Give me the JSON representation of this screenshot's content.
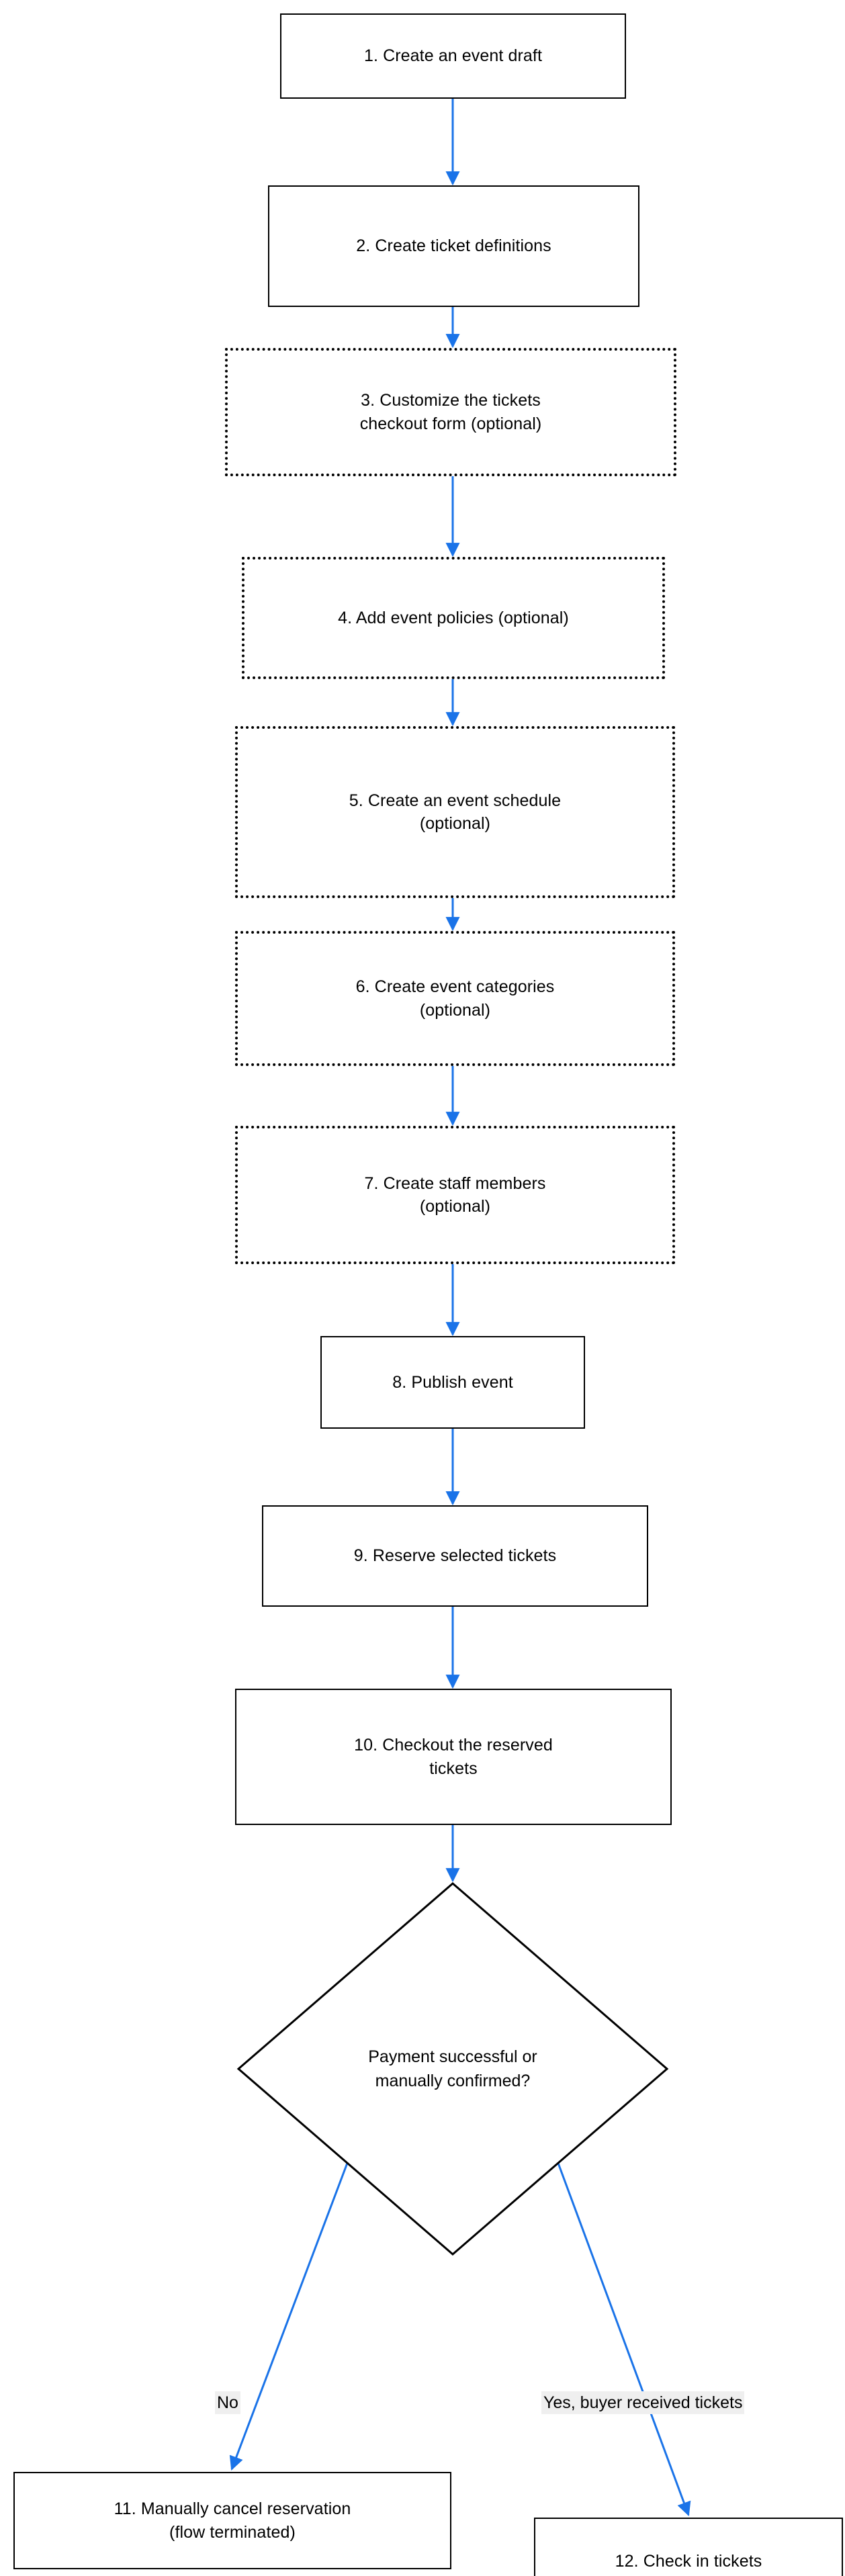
{
  "diagram": {
    "type": "flowchart",
    "orientation": "top-to-bottom",
    "background_color": "#ffffff",
    "node_border_color": "#000000",
    "edge_color": "#1a73e8",
    "edge_label_background": "#efefef",
    "text_color": "#000000"
  },
  "nodes": [
    {
      "id": "n1",
      "shape": "rectangle",
      "border_style": "solid",
      "label": "1. Create an event draft",
      "optional": false
    },
    {
      "id": "n2",
      "shape": "rectangle",
      "border_style": "solid",
      "label": "2. Create ticket definitions",
      "optional": false
    },
    {
      "id": "n3",
      "shape": "rectangle",
      "border_style": "dotted",
      "label": "3. Customize the tickets\ncheckout form (optional)",
      "optional": true
    },
    {
      "id": "n4",
      "shape": "rectangle",
      "border_style": "dotted",
      "label": "4. Add event policies (optional)",
      "optional": true
    },
    {
      "id": "n5",
      "shape": "rectangle",
      "border_style": "dotted",
      "label": "5. Create an event schedule\n(optional)",
      "optional": true
    },
    {
      "id": "n6",
      "shape": "rectangle",
      "border_style": "dotted",
      "label": "6. Create event categories\n(optional)",
      "optional": true
    },
    {
      "id": "n7",
      "shape": "rectangle",
      "border_style": "dotted",
      "label": "7. Create staff members\n(optional)",
      "optional": true
    },
    {
      "id": "n8",
      "shape": "rectangle",
      "border_style": "solid",
      "label": "8. Publish event",
      "optional": false
    },
    {
      "id": "n9",
      "shape": "rectangle",
      "border_style": "solid",
      "label": "9. Reserve selected tickets",
      "optional": false
    },
    {
      "id": "n10",
      "shape": "rectangle",
      "border_style": "solid",
      "label": "10. Checkout the reserved\ntickets",
      "optional": false
    },
    {
      "id": "decision",
      "shape": "diamond",
      "border_style": "solid",
      "label": "Payment successful or\nmanually confirmed?",
      "optional": false
    },
    {
      "id": "n11",
      "shape": "rectangle",
      "border_style": "solid",
      "label": "11. Manually cancel reservation\n(flow terminated)",
      "optional": false
    },
    {
      "id": "n12",
      "shape": "rectangle",
      "border_style": "solid",
      "label": "12. Check in tickets",
      "optional": false
    }
  ],
  "edges": [
    {
      "from": "n1",
      "to": "n2",
      "label": ""
    },
    {
      "from": "n2",
      "to": "n3",
      "label": ""
    },
    {
      "from": "n3",
      "to": "n4",
      "label": ""
    },
    {
      "from": "n4",
      "to": "n5",
      "label": ""
    },
    {
      "from": "n5",
      "to": "n6",
      "label": ""
    },
    {
      "from": "n6",
      "to": "n7",
      "label": ""
    },
    {
      "from": "n7",
      "to": "n8",
      "label": ""
    },
    {
      "from": "n8",
      "to": "n9",
      "label": ""
    },
    {
      "from": "n9",
      "to": "n10",
      "label": ""
    },
    {
      "from": "n10",
      "to": "decision",
      "label": ""
    },
    {
      "from": "decision",
      "to": "n11",
      "label": "No"
    },
    {
      "from": "decision",
      "to": "n12",
      "label": "Yes, buyer received tickets"
    }
  ],
  "edge_labels": {
    "no": "No",
    "yes": "Yes, buyer received tickets"
  }
}
